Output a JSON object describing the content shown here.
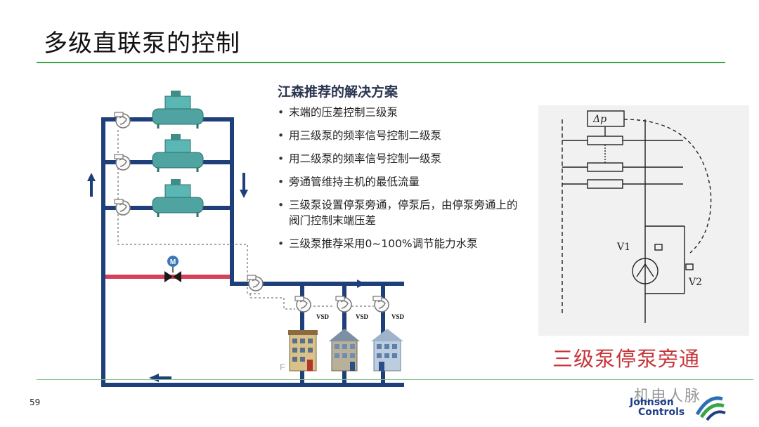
{
  "slide": {
    "title": "多级直联泵的控制",
    "page_number": "59"
  },
  "solution": {
    "heading": "江森推荐的解决方案",
    "items": [
      "末端的压差控制三级泵",
      "用三级泵的频率信号控制二级泵",
      "用二级泵的频率信号控制一级泵",
      "旁通管维持主机的最低流量",
      "三级泵设置停泵旁通，停泵后，由停泵旁通上的阀门控制末端压差",
      "三级泵推荐采用0~100%调节能力水泵"
    ]
  },
  "diagram": {
    "valve_label": "M",
    "vsd_labels": [
      "VSD",
      "VSD",
      "VSD"
    ],
    "partial_label": "F",
    "colors": {
      "pipe": "#1f3f7a",
      "bypass_pipe": "#d6415a",
      "valve_badge": "#3a78b8"
    }
  },
  "schematic": {
    "dp_label": "Δp",
    "v1_label": "V1",
    "v2_label": "V2"
  },
  "caption": "三级泵停泵旁通",
  "branding": {
    "watermark": "机电人脉",
    "logo_line1": "Johnson",
    "logo_line2": "Controls"
  }
}
